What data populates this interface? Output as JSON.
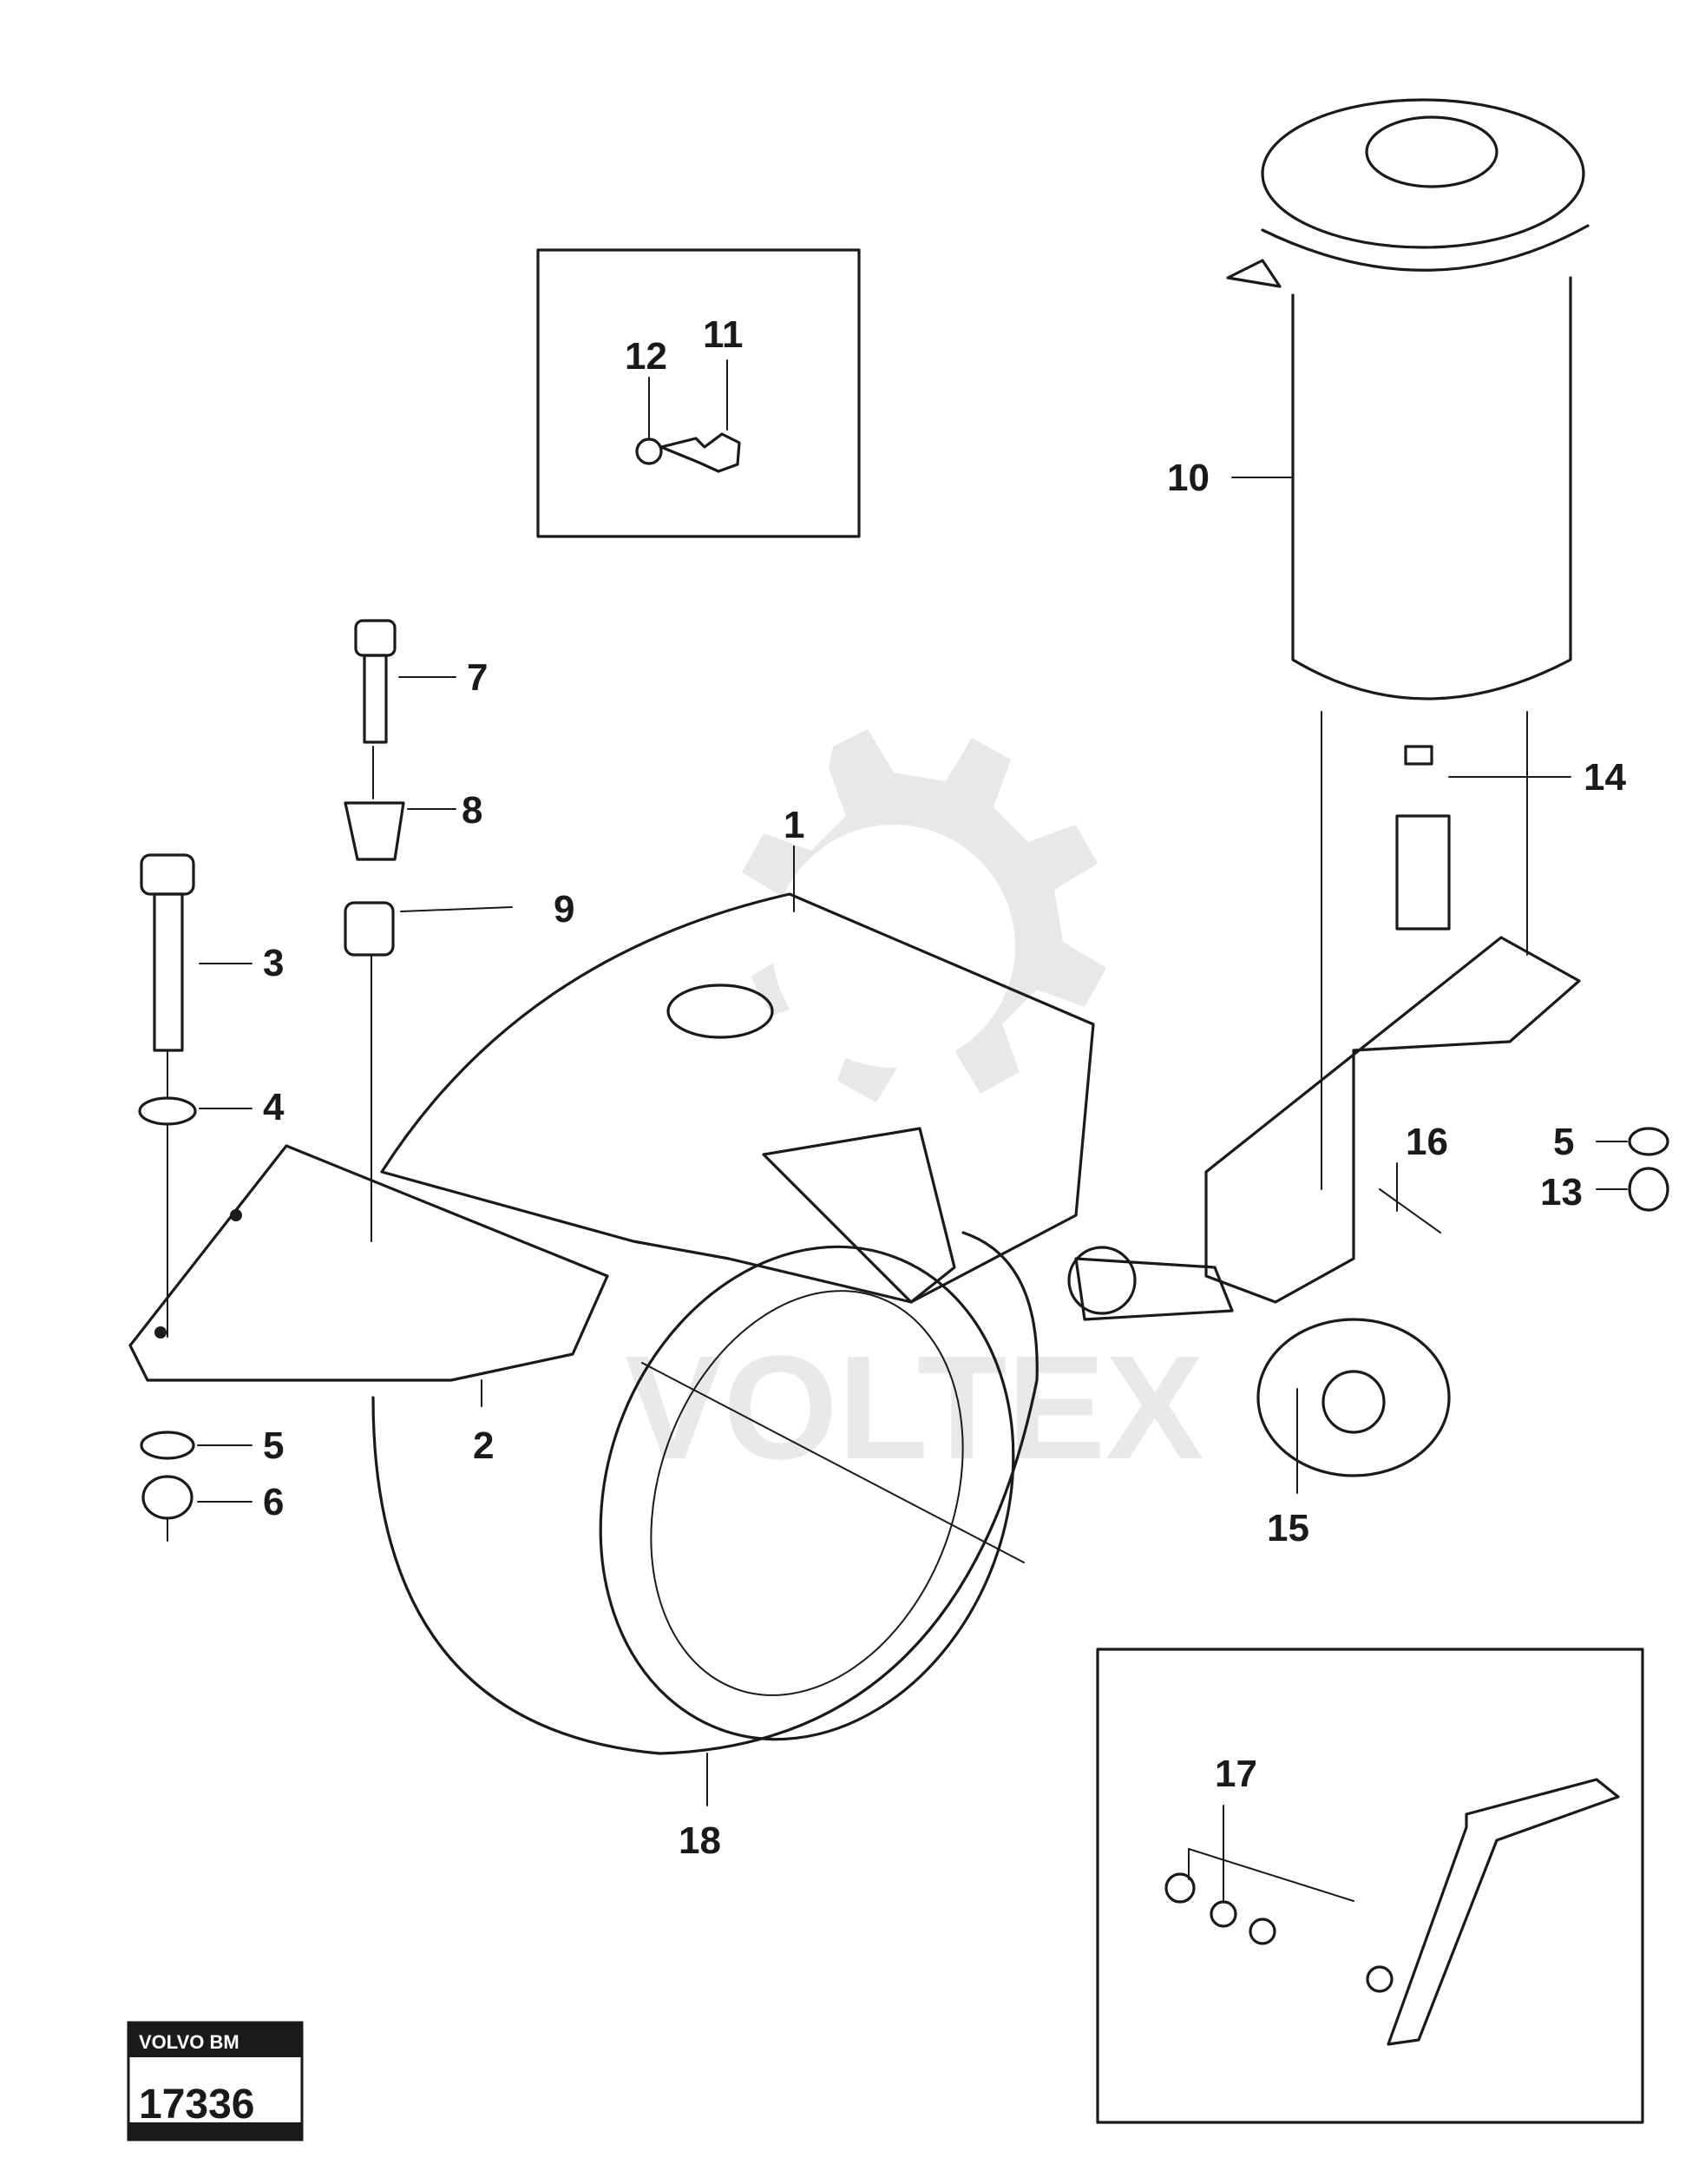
{
  "labels": {
    "l1": "1",
    "l2": "2",
    "l3": "3",
    "l4": "4",
    "l5a": "5",
    "l6": "6",
    "l7": "7",
    "l8": "8",
    "l9": "9",
    "l10": "10",
    "l11": "11",
    "l12": "12",
    "l5b": "5",
    "l13": "13",
    "l14": "14",
    "l15": "15",
    "l16": "16",
    "l17": "17",
    "l18": "18"
  },
  "stamp": {
    "brand": "VOLVO BM",
    "number": "17336"
  },
  "watermark": {
    "text": "VOLTEX"
  }
}
